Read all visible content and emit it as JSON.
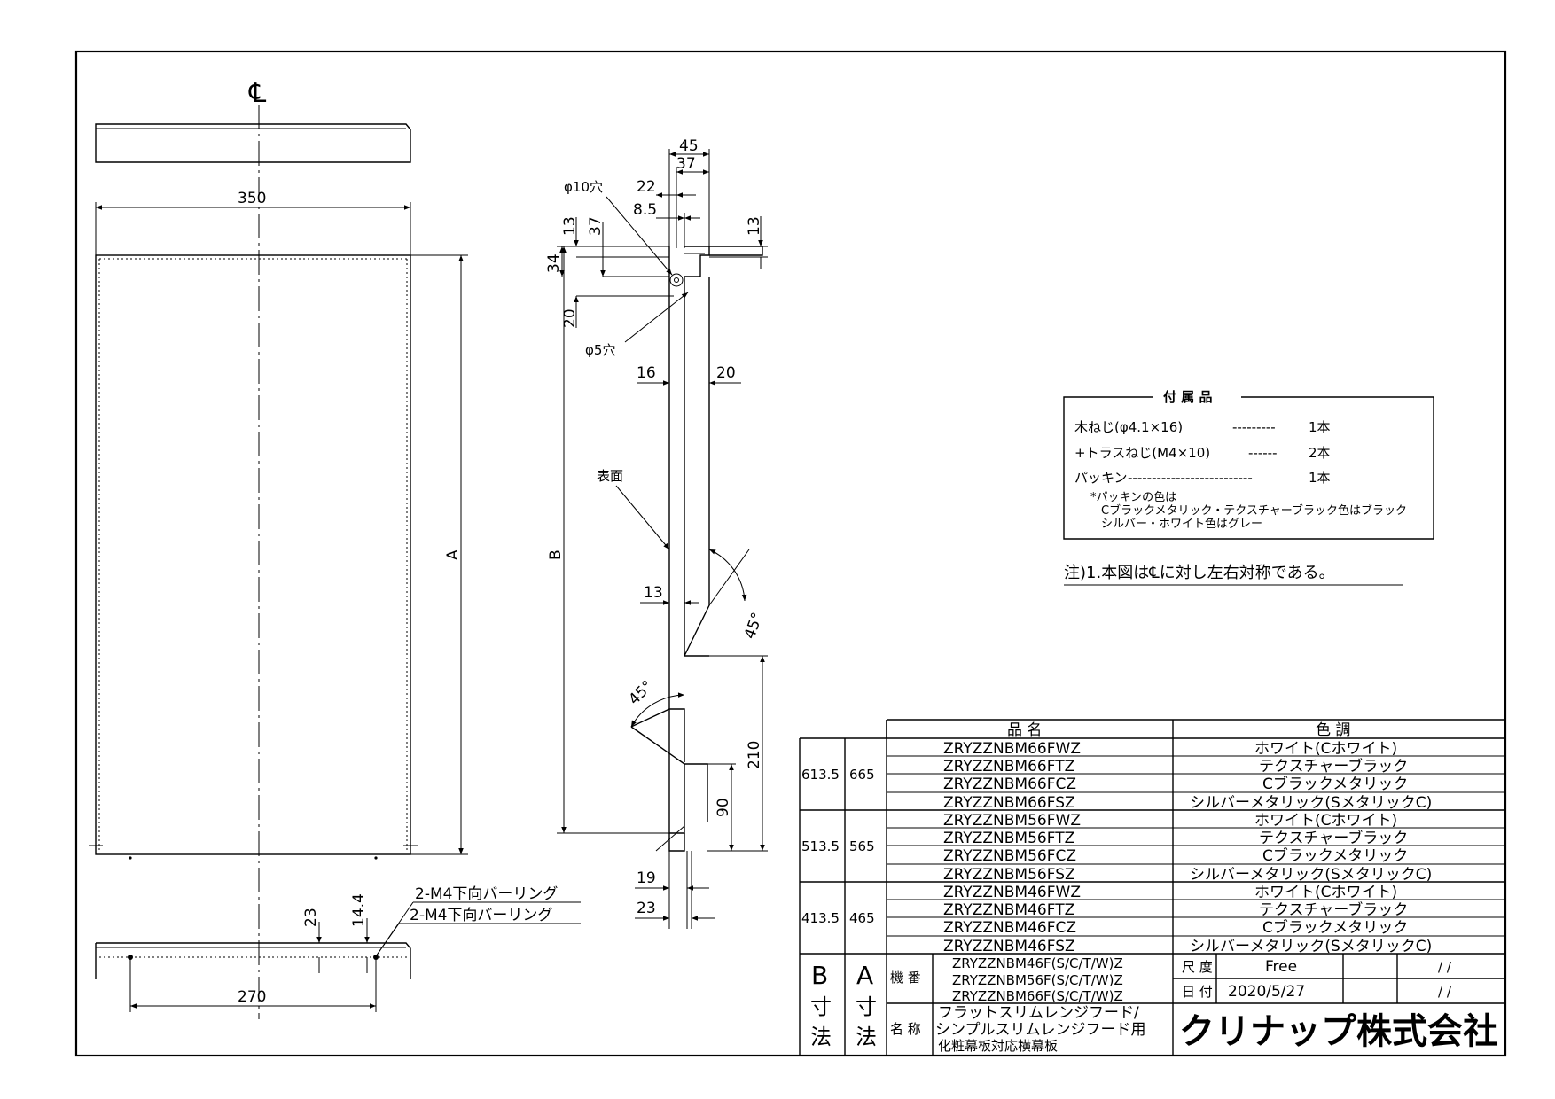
{
  "centerline_symbol": "℄",
  "front_view": {
    "width_dim": "350",
    "height_dim": "A",
    "hole_spacing_dim": "270",
    "dim_23": "23",
    "dim_14_4": "14.4",
    "callout_riveting_1": "2-M4下向バーリング",
    "callout_riveting_2": "2-M4下向バーリング"
  },
  "side_view": {
    "dim_45": "45",
    "dim_37_top": "37",
    "dim_22": "22",
    "dim_8_5": "8.5",
    "dim_13_right": "13",
    "dim_13_left": "13",
    "dim_37_left": "37",
    "dim_34": "34",
    "dim_20_left": "20",
    "hole_10": "φ10穴",
    "hole_5": "φ5穴",
    "dim_16": "16",
    "dim_20": "20",
    "surface": "表面",
    "dim_B": "B",
    "dim_13_mid": "13",
    "angle_upper": "45°",
    "angle_lower": "45°",
    "dim_210": "210",
    "dim_90": "90",
    "dim_19": "19",
    "dim_23": "23"
  },
  "accessories": {
    "title": "付 属 品",
    "items": [
      {
        "name": "木ねじ(φ4.1×16)",
        "leader": "---------",
        "qty": "1本"
      },
      {
        "name": "+トラスねじ(M4×10)",
        "leader": "------",
        "qty": "2本"
      },
      {
        "name": "パッキン",
        "leader": "--------------------------",
        "qty": "1本"
      }
    ],
    "note_line1": "*パッキンの色は",
    "note_line2": "Cブラックメタリック・テクスチャーブラック色はブラック",
    "note_line3": "シルバー・ホワイト色はグレー"
  },
  "note": "注)1.本図は℄に対し左右対称である。",
  "title_block": {
    "header_product": "品 名",
    "header_color": "色 調",
    "groups": [
      {
        "b": "613.5",
        "a": "665",
        "rows": [
          {
            "product": "ZRYZZNBM66FWZ",
            "color": "ホワイト(Cホワイト)"
          },
          {
            "product": "ZRYZZNBM66FTZ",
            "color": "テクスチャーブラック"
          },
          {
            "product": "ZRYZZNBM66FCZ",
            "color": "Cブラックメタリック"
          },
          {
            "product": "ZRYZZNBM66FSZ",
            "color": "シルバーメタリック(SメタリックC)"
          }
        ]
      },
      {
        "b": "513.5",
        "a": "565",
        "rows": [
          {
            "product": "ZRYZZNBM56FWZ",
            "color": "ホワイト(Cホワイト)"
          },
          {
            "product": "ZRYZZNBM56FTZ",
            "color": "テクスチャーブラック"
          },
          {
            "product": "ZRYZZNBM56FCZ",
            "color": "Cブラックメタリック"
          },
          {
            "product": "ZRYZZNBM56FSZ",
            "color": "シルバーメタリック(SメタリックC)"
          }
        ]
      },
      {
        "b": "413.5",
        "a": "465",
        "rows": [
          {
            "product": "ZRYZZNBM46FWZ",
            "color": "ホワイト(Cホワイト)"
          },
          {
            "product": "ZRYZZNBM46FTZ",
            "color": "テクスチャーブラック"
          },
          {
            "product": "ZRYZZNBM46FCZ",
            "color": "Cブラックメタリック"
          },
          {
            "product": "ZRYZZNBM46FSZ",
            "color": "シルバーメタリック(SメタリックC)"
          }
        ]
      }
    ],
    "b_label": [
      "B",
      "寸",
      "法"
    ],
    "a_label": [
      "A",
      "寸",
      "法"
    ],
    "model_label": "機 番",
    "models": [
      "ZRYZZNBM46F(S/C/T/W)Z",
      "ZRYZZNBM56F(S/C/T/W)Z",
      "ZRYZZNBM66F(S/C/T/W)Z"
    ],
    "scale_label": "尺 度",
    "scale_value": "Free",
    "date_label": "日 付",
    "date_value": "2020/5/27",
    "slash_1": "/ /",
    "slash_2": "/ /",
    "name_label": "名 称",
    "names": [
      "フラットスリムレンジフード/",
      "シンプルスリムレンジフード用",
      "化粧幕板対応横幕板"
    ],
    "company": "クリナップ株式会社"
  }
}
